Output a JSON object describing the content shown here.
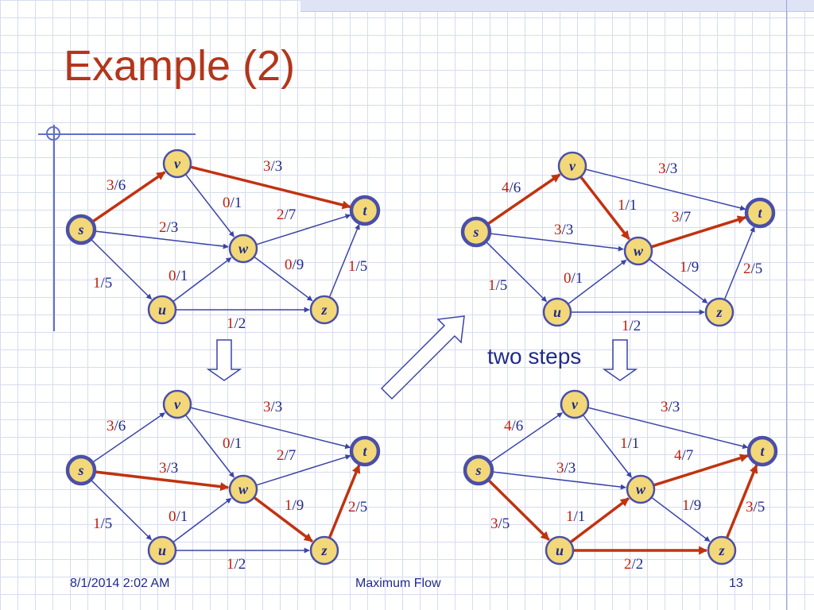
{
  "slide": {
    "title": "Example (2)",
    "annotation": "two steps",
    "footer": {
      "date": "8/1/2014 2:02 AM",
      "title": "Maximum Flow",
      "page": "13"
    }
  },
  "colors": {
    "title": "#b3361b",
    "edge": "#3a44a6",
    "augment": "#c0330f",
    "node_fill": "#f2d878",
    "node_stroke": "#4a4fa8",
    "flow_text": "#c0200c",
    "capacity_text": "#1f2a8a"
  },
  "graph": {
    "nodes": [
      {
        "id": "s",
        "label": "s",
        "terminal": true
      },
      {
        "id": "v",
        "label": "v",
        "terminal": false
      },
      {
        "id": "w",
        "label": "w",
        "terminal": false
      },
      {
        "id": "u",
        "label": "u",
        "terminal": false
      },
      {
        "id": "z",
        "label": "z",
        "terminal": false
      },
      {
        "id": "t",
        "label": "t",
        "terminal": true
      }
    ],
    "edges": [
      {
        "id": "sv",
        "from": "s",
        "to": "v"
      },
      {
        "id": "sw",
        "from": "s",
        "to": "w"
      },
      {
        "id": "su",
        "from": "s",
        "to": "u"
      },
      {
        "id": "vt",
        "from": "v",
        "to": "t"
      },
      {
        "id": "vw",
        "from": "v",
        "to": "w"
      },
      {
        "id": "wt",
        "from": "w",
        "to": "t"
      },
      {
        "id": "wz",
        "from": "w",
        "to": "z"
      },
      {
        "id": "uw",
        "from": "u",
        "to": "w"
      },
      {
        "id": "uz",
        "from": "u",
        "to": "z"
      },
      {
        "id": "zt",
        "from": "z",
        "to": "t"
      }
    ]
  },
  "networks": [
    {
      "name": "top-left",
      "flows": {
        "sv": [
          "3",
          "6"
        ],
        "sw": [
          "2",
          "3"
        ],
        "su": [
          "1",
          "5"
        ],
        "vt": [
          "3",
          "3"
        ],
        "vw": [
          "0",
          "1"
        ],
        "wt": [
          "2",
          "7"
        ],
        "wz": [
          "0",
          "9"
        ],
        "uw": [
          "0",
          "1"
        ],
        "uz": [
          "1",
          "2"
        ],
        "zt": [
          "1",
          "5"
        ]
      },
      "augmenting_path": [
        "sv",
        "vt"
      ]
    },
    {
      "name": "bottom-left",
      "flows": {
        "sv": [
          "3",
          "6"
        ],
        "sw": [
          "3",
          "3"
        ],
        "su": [
          "1",
          "5"
        ],
        "vt": [
          "3",
          "3"
        ],
        "vw": [
          "0",
          "1"
        ],
        "wt": [
          "2",
          "7"
        ],
        "wz": [
          "1",
          "9"
        ],
        "uw": [
          "0",
          "1"
        ],
        "uz": [
          "1",
          "2"
        ],
        "zt": [
          "2",
          "5"
        ]
      },
      "augmenting_path": [
        "sw",
        "wz",
        "zt"
      ]
    },
    {
      "name": "top-right",
      "flows": {
        "sv": [
          "4",
          "6"
        ],
        "sw": [
          "3",
          "3"
        ],
        "su": [
          "1",
          "5"
        ],
        "vt": [
          "3",
          "3"
        ],
        "vw": [
          "1",
          "1"
        ],
        "wt": [
          "3",
          "7"
        ],
        "wz": [
          "1",
          "9"
        ],
        "uw": [
          "0",
          "1"
        ],
        "uz": [
          "1",
          "2"
        ],
        "zt": [
          "2",
          "5"
        ]
      },
      "augmenting_path": [
        "sv",
        "vw",
        "wt"
      ]
    },
    {
      "name": "bottom-right",
      "flows": {
        "sv": [
          "4",
          "6"
        ],
        "sw": [
          "3",
          "3"
        ],
        "su": [
          "3",
          "5"
        ],
        "vt": [
          "3",
          "3"
        ],
        "vw": [
          "1",
          "1"
        ],
        "wt": [
          "4",
          "7"
        ],
        "wz": [
          "1",
          "9"
        ],
        "uw": [
          "1",
          "1"
        ],
        "uz": [
          "2",
          "2"
        ],
        "zt": [
          "3",
          "5"
        ]
      },
      "augmenting_path": [
        "su",
        "uw",
        "wt",
        "uz",
        "zt"
      ]
    }
  ]
}
